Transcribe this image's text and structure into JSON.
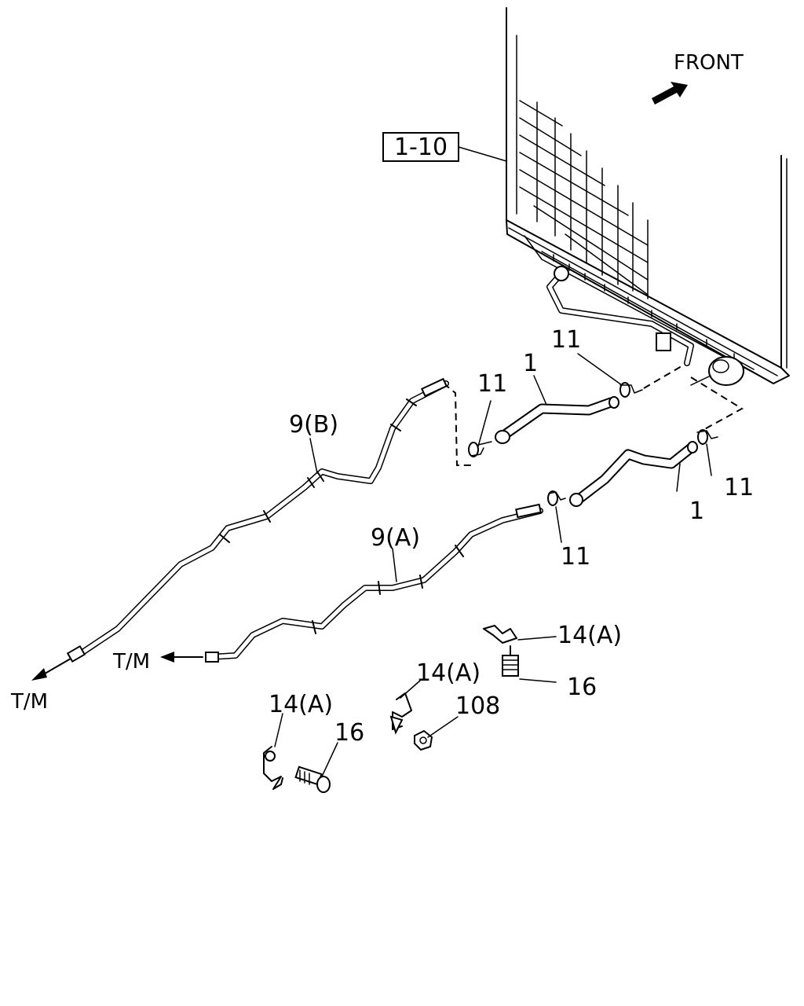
{
  "labels": {
    "front": "FRONT",
    "ref_box": "1-10",
    "pipe_a": "9(A)",
    "pipe_b": "9(B)",
    "hose_upper": "1",
    "hose_lower": "1",
    "clamp_1": "11",
    "clamp_2": "11",
    "clamp_3": "11",
    "clamp_4": "11",
    "bracket_1": "14(A)",
    "bracket_2": "14(A)",
    "bracket_3": "14(A)",
    "bolt_1": "16",
    "bolt_2": "16",
    "nut": "108",
    "tm_1": "T/M",
    "tm_2": "T/M"
  },
  "icons": {
    "front_arrow": "front-direction-arrow-icon",
    "tm_arrow": "arrow-left-icon"
  }
}
